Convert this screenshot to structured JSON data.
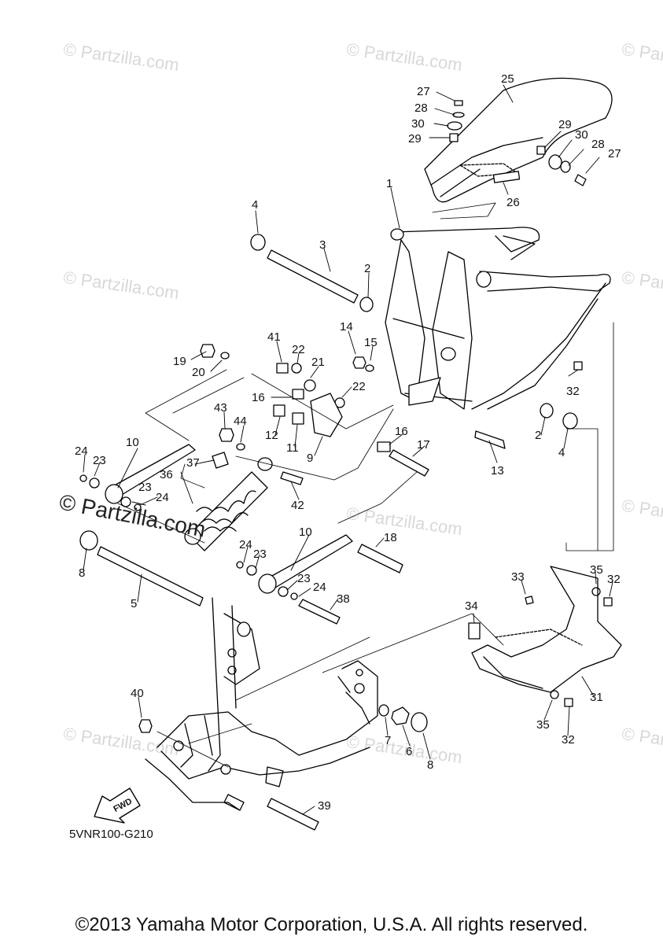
{
  "diagram_code": "5VNR100-G210",
  "copyright": "©2013 Yamaha Motor Corporation, U.S.A. All rights reserved.",
  "watermark": "© Partzilla.com",
  "fwd_label": "FWD",
  "callouts": [
    {
      "id": "c25",
      "label": "25"
    },
    {
      "id": "c27a",
      "label": "27"
    },
    {
      "id": "c28a",
      "label": "28"
    },
    {
      "id": "c30a",
      "label": "30"
    },
    {
      "id": "c29a",
      "label": "29"
    },
    {
      "id": "c29b",
      "label": "29"
    },
    {
      "id": "c30b",
      "label": "30"
    },
    {
      "id": "c28b",
      "label": "28"
    },
    {
      "id": "c27b",
      "label": "27"
    },
    {
      "id": "c26",
      "label": "26"
    },
    {
      "id": "c1",
      "label": "1"
    },
    {
      "id": "c4a",
      "label": "4"
    },
    {
      "id": "c3",
      "label": "3"
    },
    {
      "id": "c2a",
      "label": "2"
    },
    {
      "id": "c14",
      "label": "14"
    },
    {
      "id": "c15",
      "label": "15"
    },
    {
      "id": "c41",
      "label": "41"
    },
    {
      "id": "c22a",
      "label": "22"
    },
    {
      "id": "c21",
      "label": "21"
    },
    {
      "id": "c19",
      "label": "19"
    },
    {
      "id": "c20",
      "label": "20"
    },
    {
      "id": "c16a",
      "label": "16"
    },
    {
      "id": "c22b",
      "label": "22"
    },
    {
      "id": "c32a",
      "label": "32"
    },
    {
      "id": "c43",
      "label": "43"
    },
    {
      "id": "c44",
      "label": "44"
    },
    {
      "id": "c12",
      "label": "12"
    },
    {
      "id": "c11",
      "label": "11"
    },
    {
      "id": "c9",
      "label": "9"
    },
    {
      "id": "c16b",
      "label": "16"
    },
    {
      "id": "c17",
      "label": "17"
    },
    {
      "id": "c2b",
      "label": "2"
    },
    {
      "id": "c4b",
      "label": "4"
    },
    {
      "id": "c13",
      "label": "13"
    },
    {
      "id": "c10a",
      "label": "10"
    },
    {
      "id": "c24a",
      "label": "24"
    },
    {
      "id": "c23a",
      "label": "23"
    },
    {
      "id": "c37",
      "label": "37"
    },
    {
      "id": "c36",
      "label": "36"
    },
    {
      "id": "c42",
      "label": "42"
    },
    {
      "id": "c23b",
      "label": "23"
    },
    {
      "id": "c24b",
      "label": "24"
    },
    {
      "id": "c10b",
      "label": "10"
    },
    {
      "id": "c18",
      "label": "18"
    },
    {
      "id": "c8a",
      "label": "8"
    },
    {
      "id": "c5",
      "label": "5"
    },
    {
      "id": "c24c",
      "label": "24"
    },
    {
      "id": "c23c",
      "label": "23"
    },
    {
      "id": "c23d",
      "label": "23"
    },
    {
      "id": "c24d",
      "label": "24"
    },
    {
      "id": "c38",
      "label": "38"
    },
    {
      "id": "c33",
      "label": "33"
    },
    {
      "id": "c35a",
      "label": "35"
    },
    {
      "id": "c32b",
      "label": "32"
    },
    {
      "id": "c34",
      "label": "34"
    },
    {
      "id": "c31",
      "label": "31"
    },
    {
      "id": "c35b",
      "label": "35"
    },
    {
      "id": "c32c",
      "label": "32"
    },
    {
      "id": "c40",
      "label": "40"
    },
    {
      "id": "c7",
      "label": "7"
    },
    {
      "id": "c6",
      "label": "6"
    },
    {
      "id": "c8b",
      "label": "8"
    },
    {
      "id": "c39",
      "label": "39"
    }
  ]
}
